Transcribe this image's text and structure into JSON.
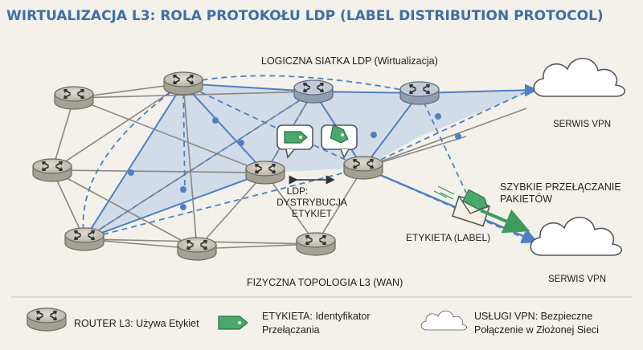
{
  "title": "WIRTUALIZACJA L3: ROLA PROTOKOŁU LDP (LABEL DISTRIBUTION PROTOCOL)",
  "labels": {
    "logical_mesh": "LOGICZNA SIATKA LDP (Wirtualizacja)",
    "physical_topology": "FIZYCZNA TOPOLOGIA L3 (WAN)",
    "ldp_line1": "LDP:",
    "ldp_line2": "DYSTRYBUCJA",
    "ldp_line3": "ETYKIET",
    "fast_switching_line1": "SZYBKIE PRZEŁĄCZANIE",
    "fast_switching_line2": "PAKIETÓW",
    "label_tag": "ETYKIETA (LABEL)",
    "vpn_top": "SERWIS VPN",
    "vpn_bottom": "SERWIS VPN"
  },
  "legend": {
    "router_label": "ROUTER L3: Używa Etykiet",
    "label_line1": "ETYKIETA: Identyfikator",
    "label_line2": "Przełączania",
    "vpn_line1": "USŁUGI VPN: Bezpieczne",
    "vpn_line2": "Połączenie w Złożonej Sieci"
  },
  "colors": {
    "title": "#3d6ea8",
    "accent_blue": "#4f80c6",
    "label_green": "#4aa86a",
    "router_body": "#bcb8ac",
    "background": "#f3f1ea"
  }
}
